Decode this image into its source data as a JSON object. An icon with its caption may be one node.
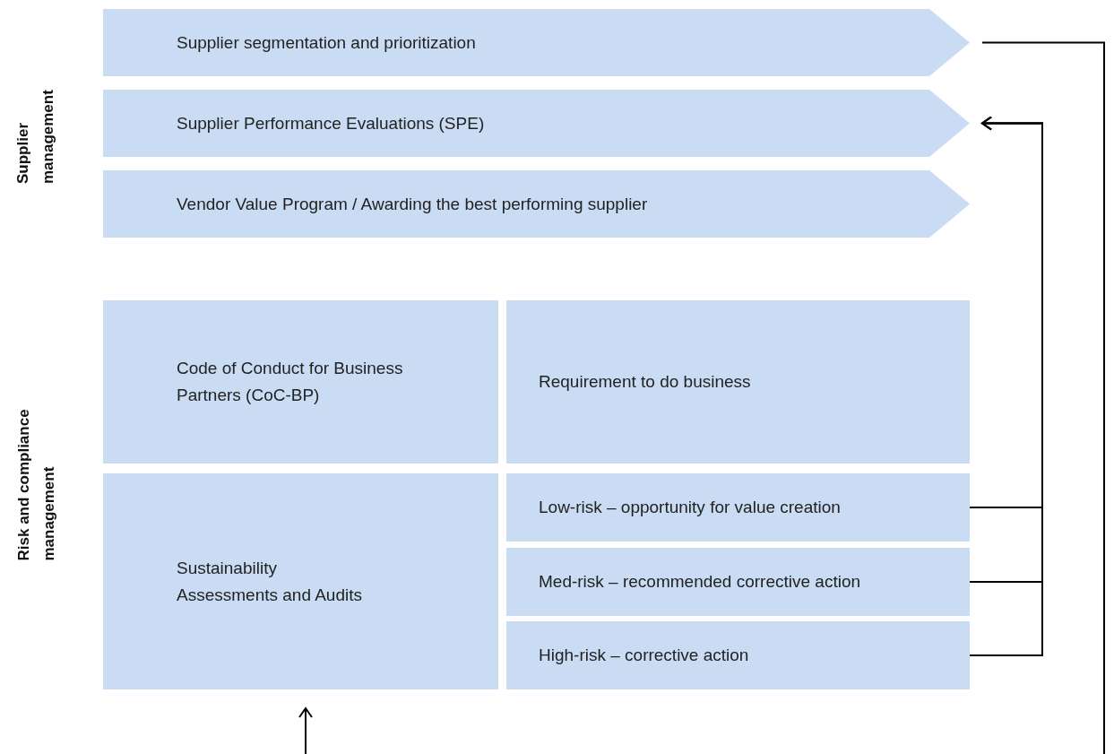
{
  "diagram": {
    "nodes": [
      {
        "text": [
          "Supplier segmentation and prioritization"
        ]
      },
      {
        "text": [
          "Supplier Performance Evaluations (SPE)"
        ]
      },
      {
        "text": [
          "Vendor Value Program / Awarding the best performing supplier"
        ]
      },
      {
        "text": [
          "Code of Conduct for Business Partners (CoC-BP)"
        ]
      },
      {
        "text": [
          "Requirement to do business"
        ]
      },
      {
        "text": [
          "Sustainability Assessments and Audits"
        ]
      },
      {
        "text": [
          "Low-risk – opportunity for value creation"
        ]
      },
      {
        "text": [
          "Med-risk – recommended corrective action"
        ]
      },
      {
        "text": [
          "High-risk – corrective action"
        ]
      }
    ],
    "edges": [
      {
        "from": 0,
        "to": null,
        "arrow": "none"
      },
      {
        "from": null,
        "to": 5,
        "arrow": "to"
      },
      {
        "from": 6,
        "to": 1,
        "arrow": "to"
      },
      {
        "from": 7,
        "to": 1,
        "arrow": "to"
      },
      {
        "from": 8,
        "to": 1,
        "arrow": "to"
      }
    ],
    "labels": [
      "Supplier management",
      "Risk and compliance management"
    ]
  }
}
